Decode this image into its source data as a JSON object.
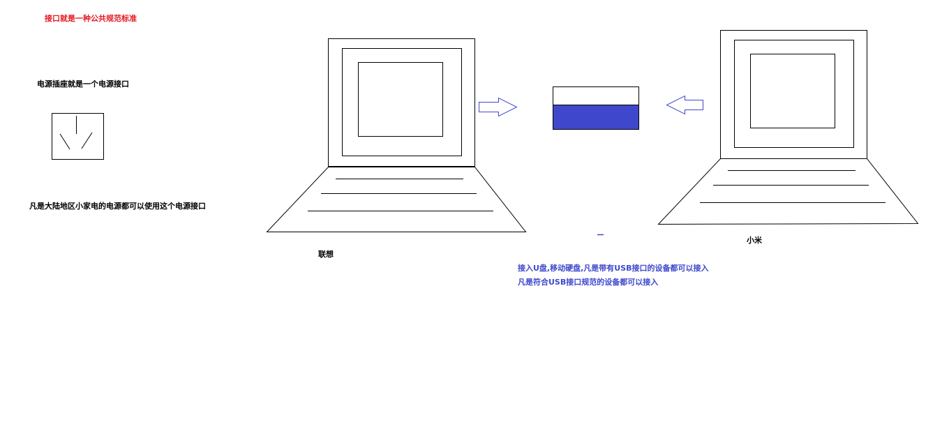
{
  "colors": {
    "title": "#e31b23",
    "text": "#000000",
    "note": "#3f48cc",
    "usb_fill": "#3f48cc",
    "stroke": "#000000",
    "arrow_stroke": "#3f48cc"
  },
  "title": "接口就是一种公共规范标准",
  "socket": {
    "caption": "电源插座就是一个电源接口",
    "note": "凡是大陆地区小家电的电源都可以使用这个电源接口"
  },
  "laptops": {
    "left_label": "联想",
    "right_label": "小米"
  },
  "usb_notes": {
    "line1": "接入U盘,移动硬盘,凡是带有USB接口的设备都可以接入",
    "line2": "凡是符合USB接口规范的设备都可以接入"
  }
}
